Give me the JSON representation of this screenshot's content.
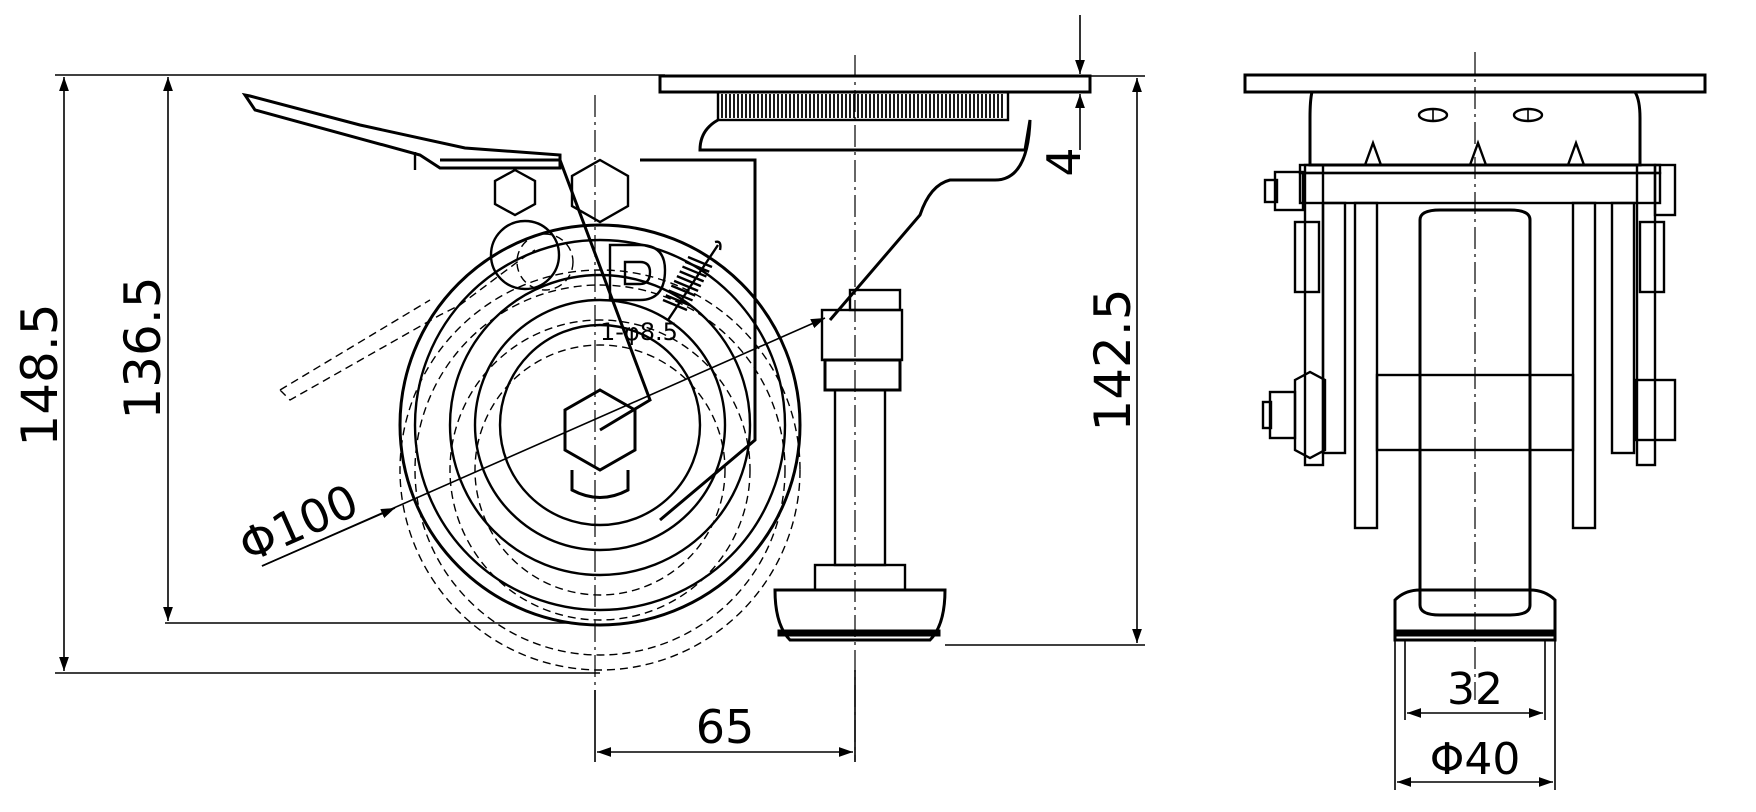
{
  "dimensions": {
    "overall_height": "148.5",
    "wheel_center_height": "136.5",
    "leveler_height": "142.5",
    "plate_thickness": "4",
    "wheel_diameter": "Φ100",
    "offset": "65",
    "tread_width": "32",
    "wheel_width": "Φ40"
  },
  "callouts": {
    "spring_note": "1-φ8.5"
  },
  "colors": {
    "line": "#000000",
    "background": "#ffffff"
  }
}
